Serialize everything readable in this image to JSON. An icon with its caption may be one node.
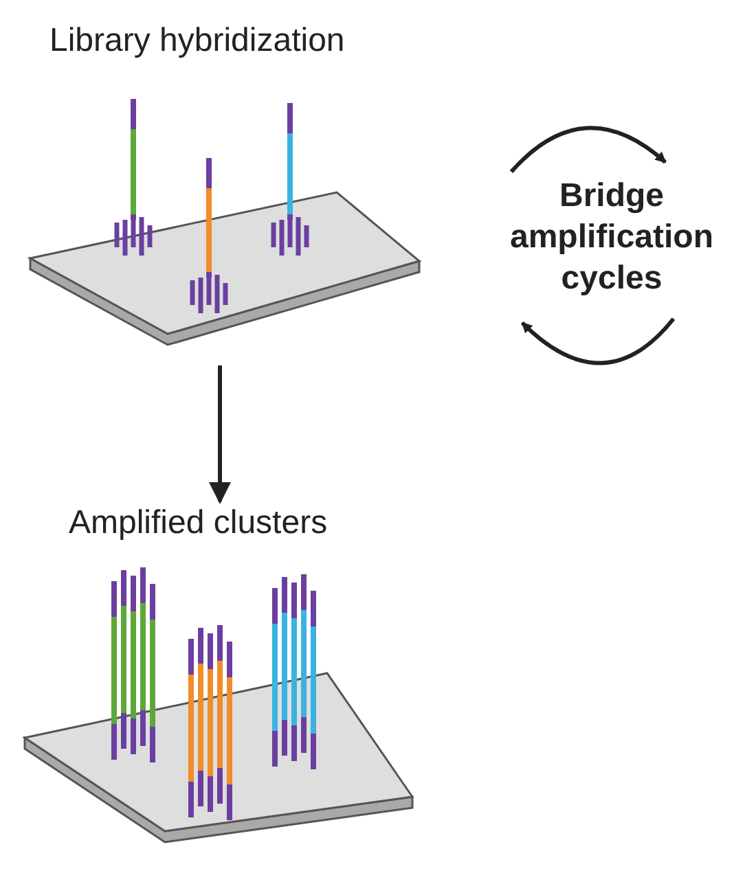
{
  "diagram": {
    "nodes": [
      {
        "text": [
          "Library hybridization"
        ]
      },
      {
        "text": [
          "Amplified clusters"
        ]
      }
    ],
    "edges": [
      {
        "from": 0,
        "to": 1,
        "arrow": "to"
      }
    ],
    "labels": [
      "Bridge amplification cycles"
    ]
  }
}
